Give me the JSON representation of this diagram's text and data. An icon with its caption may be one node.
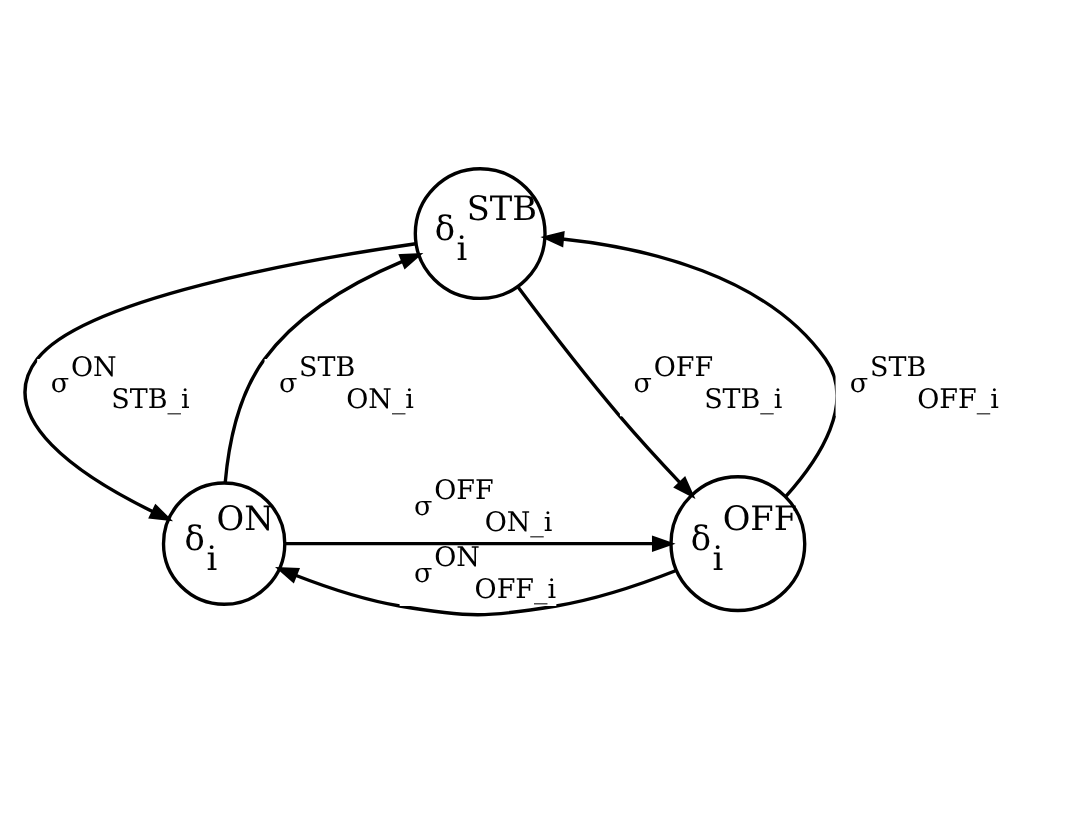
{
  "diagram": {
    "nodes": [
      {
        "text": [
          "δ$_{i}$$^{STB}$"
        ]
      },
      {
        "text": [
          "δ$_{i}$$^{ON}$"
        ]
      },
      {
        "text": [
          "δ$_{i}$$^{OFF}$"
        ]
      }
    ],
    "edges": [
      {
        "from": 1,
        "to": 0,
        "arrow": "to",
        "label": "σ$^{STB}$$_{ON_i}$"
      },
      {
        "from": 0,
        "to": 1,
        "arrow": "to",
        "label": "σ$^{ON}$$_{STB_i}$"
      },
      {
        "from": 0,
        "to": 2,
        "arrow": "to",
        "label": "σ$^{OFF}$$_{STB_i}$"
      },
      {
        "from": 2,
        "to": 0,
        "arrow": "to",
        "label": "σ$^{STB}$$_{OFF_i}$"
      },
      {
        "from": 1,
        "to": 2,
        "arrow": "to",
        "label": "σ$^{OFF}$$_{ON_i}$"
      },
      {
        "from": 2,
        "to": 1,
        "arrow": "to",
        "label": "σ$^{ON}$$_{OFF_i}$"
      }
    ]
  }
}
